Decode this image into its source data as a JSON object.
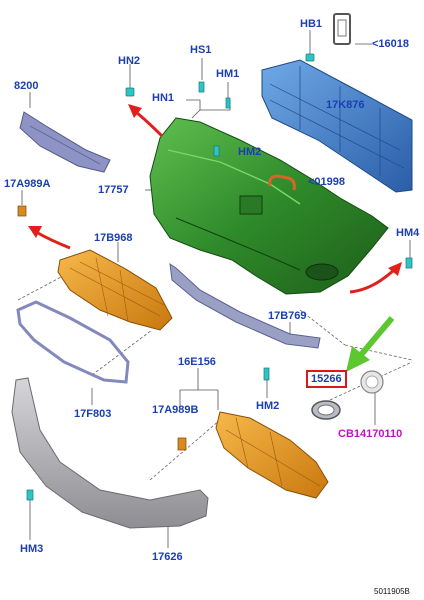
{
  "labels": {
    "hb1": "HB1",
    "p16018": "<16018",
    "hn2": "HN2",
    "hs1": "HS1",
    "hm1": "HM1",
    "hn1": "HN1",
    "p8200": "8200",
    "p17k876": "17K876",
    "hm2": "HM2",
    "p01998": "<01998",
    "p17a989a": "17A989A",
    "p17757": "17757",
    "p17b968": "17B968",
    "hm4": "HM4",
    "p17b769": "17B769",
    "p16e156": "16E156",
    "p15266": "15266",
    "p17a989b": "17A989B",
    "hm2b": "HM2",
    "cb": "CB14170110",
    "p17f803": "17F803",
    "hm3": "HM3",
    "p17626": "17626",
    "ref": "5011905B"
  },
  "colors": {
    "label": "#1a3fb0",
    "highlight_label": "#c013c0",
    "highlight_box": "#d6191c",
    "arrow_red": "#e0201d",
    "arrow_green": "#5cc72e",
    "bumper_green": "#2f8a2a",
    "reinforcement_blue": "#3f7fc6",
    "absorber_orange": "#e8951c",
    "grille_gray": "#9aa0c4",
    "lower_gray": "#a9a9ad"
  },
  "icons": [
    "clip-icon",
    "bolt-icon",
    "screw-icon",
    "nut-icon"
  ]
}
